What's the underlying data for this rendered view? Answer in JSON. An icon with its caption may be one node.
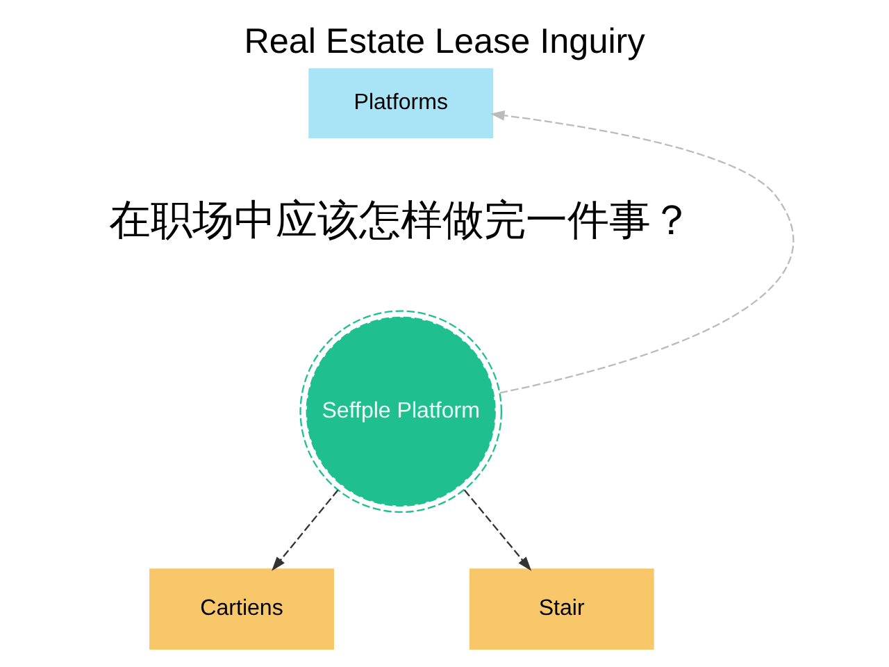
{
  "diagram": {
    "title": "Real Estate Lease Inguiry",
    "nodes": [
      {
        "text": [
          "Platforms"
        ]
      },
      {
        "text": [
          "Seffple Platform"
        ]
      },
      {
        "text": [
          "Cartiens"
        ]
      },
      {
        "text": [
          "Stair"
        ]
      }
    ],
    "edges": [
      {
        "from": 1,
        "to": 0,
        "arrow": "to",
        "style": "dashed",
        "color": "#bbbbbb"
      },
      {
        "from": 1,
        "to": 2,
        "arrow": "to",
        "style": "dashed"
      },
      {
        "from": 1,
        "to": 3,
        "arrow": "to",
        "style": "dashed"
      }
    ],
    "labels": [
      "在职场中应该怎样做完一件事？"
    ]
  }
}
